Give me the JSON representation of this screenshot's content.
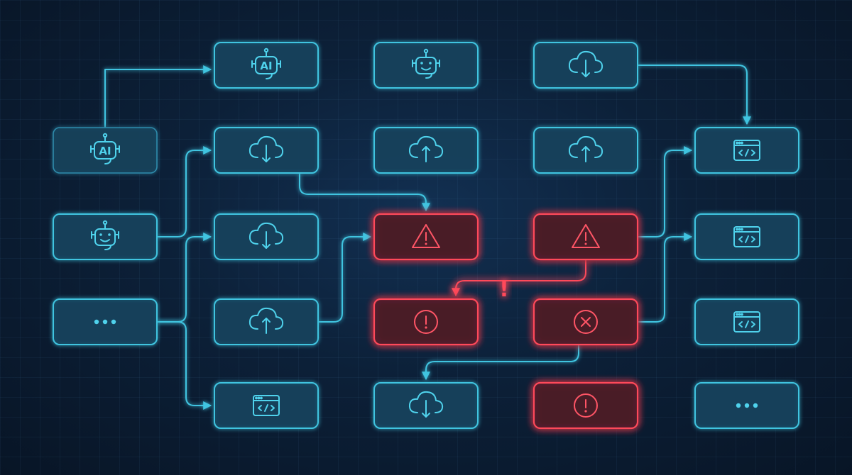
{
  "diagram": {
    "nodes": [
      {
        "id": "n-ai-left",
        "icon": "ai-chip",
        "label": "AI",
        "state": "muted"
      },
      {
        "id": "n-bot-left",
        "icon": "robot-face",
        "label": "",
        "state": "normal"
      },
      {
        "id": "n-more-left",
        "icon": "ellipsis",
        "label": "",
        "state": "normal"
      },
      {
        "id": "n-ai-top",
        "icon": "ai-chip",
        "label": "AI",
        "state": "normal"
      },
      {
        "id": "n-bot-top",
        "icon": "robot-face",
        "label": "",
        "state": "normal"
      },
      {
        "id": "n-dl-top",
        "icon": "cloud-download",
        "label": "",
        "state": "normal"
      },
      {
        "id": "n-dl-c2r2",
        "icon": "cloud-download",
        "label": "",
        "state": "normal"
      },
      {
        "id": "n-up-c3r2",
        "icon": "cloud-upload",
        "label": "",
        "state": "normal"
      },
      {
        "id": "n-up-c4r2",
        "icon": "cloud-upload",
        "label": "",
        "state": "normal"
      },
      {
        "id": "n-dl-c2r3",
        "icon": "cloud-download",
        "label": "",
        "state": "normal"
      },
      {
        "id": "n-up-c2r4",
        "icon": "cloud-upload",
        "label": "",
        "state": "normal"
      },
      {
        "id": "n-code-c2r5",
        "icon": "code-window",
        "label": "",
        "state": "normal"
      },
      {
        "id": "n-warn-c3",
        "icon": "warning-triangle",
        "label": "",
        "state": "error"
      },
      {
        "id": "n-warn-c4",
        "icon": "warning-triangle",
        "label": "",
        "state": "error"
      },
      {
        "id": "n-alert-c3",
        "icon": "alert-circle",
        "label": "",
        "state": "error"
      },
      {
        "id": "n-x-c4",
        "icon": "x-circle",
        "label": "",
        "state": "error"
      },
      {
        "id": "n-dl-c3r5",
        "icon": "cloud-download",
        "label": "",
        "state": "normal"
      },
      {
        "id": "n-alert-c4r5",
        "icon": "alert-circle",
        "label": "",
        "state": "error"
      },
      {
        "id": "n-code-r2",
        "icon": "code-window",
        "label": "",
        "state": "normal"
      },
      {
        "id": "n-code-r3",
        "icon": "code-window",
        "label": "",
        "state": "normal"
      },
      {
        "id": "n-code-r4",
        "icon": "code-window",
        "label": "",
        "state": "normal"
      },
      {
        "id": "n-more-right",
        "icon": "ellipsis",
        "label": "",
        "state": "normal"
      }
    ],
    "floating_alert": "!",
    "colors": {
      "background": "#0b1a2e",
      "node_stroke": "#3fc4e0",
      "node_fill": "#13405a",
      "error_stroke": "#ff4a5a",
      "error_fill": "#4a1a28"
    }
  }
}
